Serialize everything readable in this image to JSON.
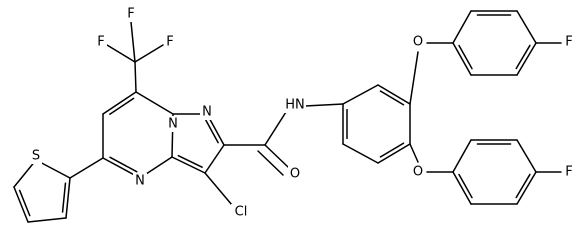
{
  "molecule": {
    "atom_labels": [
      {
        "id": "f-top-1",
        "text": "F"
      },
      {
        "id": "f-top-2",
        "text": "F"
      },
      {
        "id": "f-top-3",
        "text": "F"
      },
      {
        "id": "n-bridge",
        "text": "N"
      },
      {
        "id": "n-pyrazole",
        "text": "N"
      },
      {
        "id": "n-pyrimidine",
        "text": "N"
      },
      {
        "id": "s-thiophene",
        "text": "S"
      },
      {
        "id": "cl",
        "text": "Cl"
      },
      {
        "id": "o-carbonyl",
        "text": "O"
      },
      {
        "id": "nh-amide",
        "text": "HN"
      },
      {
        "id": "o-ether-top",
        "text": "O"
      },
      {
        "id": "o-ether-bottom",
        "text": "O"
      },
      {
        "id": "f-aryl-top",
        "text": "F"
      },
      {
        "id": "f-aryl-bottom",
        "text": "F"
      }
    ]
  }
}
